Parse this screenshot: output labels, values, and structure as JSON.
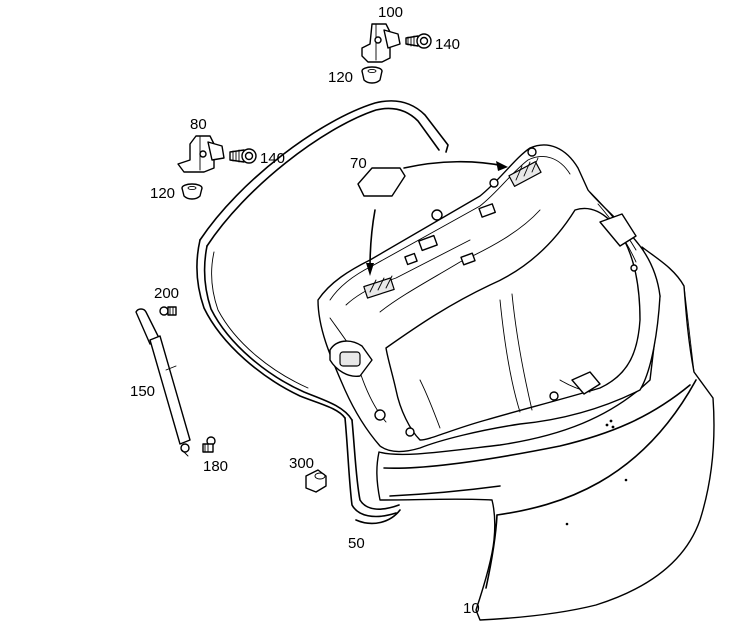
{
  "callouts": {
    "c100": "100",
    "c140a": "140",
    "c120a": "120",
    "c80": "80",
    "c140b": "140",
    "c120b": "120",
    "c70": "70",
    "c200": "200",
    "c150": "150",
    "c180": "180",
    "c300": "300",
    "c50": "50",
    "c10": "10"
  }
}
